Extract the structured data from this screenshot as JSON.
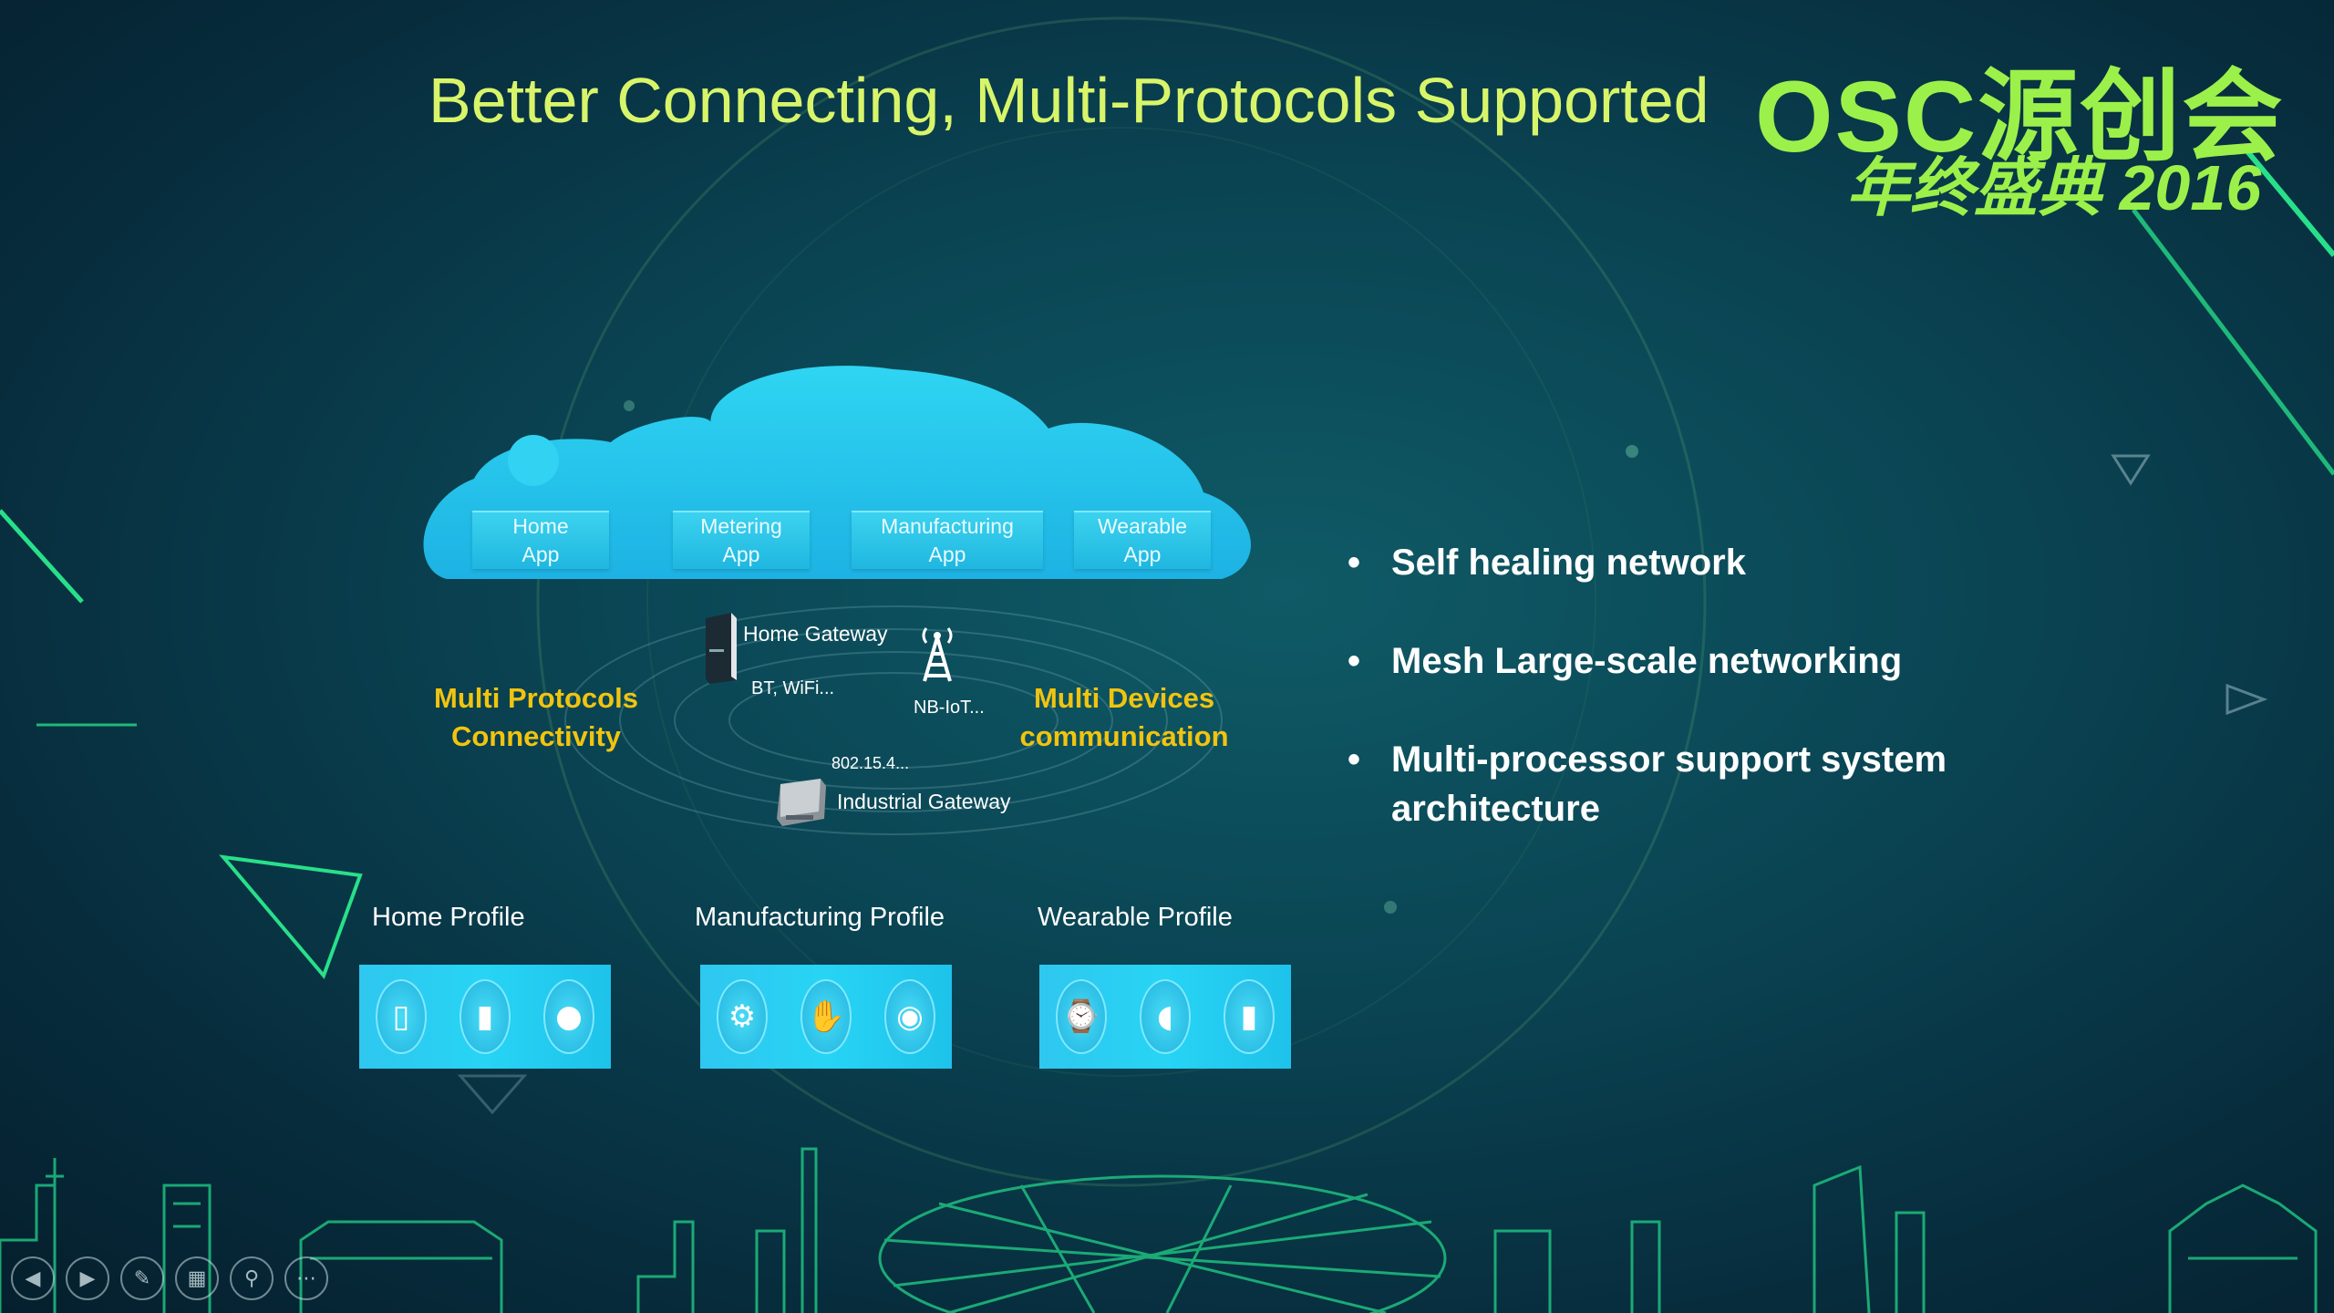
{
  "slide": {
    "title": "Better Connecting, Multi-Protocols Supported",
    "logo": {
      "main": "OSC源创会",
      "sub": "年终盛典 2016"
    },
    "cloud_apps": [
      {
        "line1": "Home",
        "line2": "App"
      },
      {
        "line1": "Metering",
        "line2": "App"
      },
      {
        "line1": "Manufacturing",
        "line2": "App"
      },
      {
        "line1": "Wearable",
        "line2": "App"
      }
    ],
    "network": {
      "home_gateway": "Home Gateway",
      "bt_wifi": "BT, WiFi...",
      "nb_iot": "NB-IoT...",
      "zigbee": "802.15.4...",
      "industrial_gateway": "Industrial Gateway",
      "left_label": {
        "line1": "Multi Protocols",
        "line2": "Connectivity"
      },
      "right_label": {
        "line1": "Multi Devices",
        "line2": "communication"
      }
    },
    "profiles": [
      {
        "title": "Home Profile",
        "icons": [
          "remote-icon",
          "fridge-icon",
          "bulb-icon"
        ]
      },
      {
        "title": "Manufacturing Profile",
        "icons": [
          "robot-icon",
          "robot-arm-icon",
          "meter-icon"
        ]
      },
      {
        "title": "Wearable Profile",
        "icons": [
          "watch-icon",
          "band-icon",
          "phone-icon"
        ]
      }
    ],
    "bullets": [
      "Self healing network",
      "Mesh Large-scale networking",
      "Multi-processor support system architecture"
    ],
    "colors": {
      "title": "#d8f56a",
      "accent_gold": "#f1c40f",
      "logo_green": "#9cf04a",
      "cloud": "#2ccbed"
    }
  },
  "toolbar": {
    "buttons": [
      {
        "name": "previous-slide-icon",
        "glyph": "◀"
      },
      {
        "name": "next-slide-icon",
        "glyph": "▶"
      },
      {
        "name": "pen-icon",
        "glyph": "✎"
      },
      {
        "name": "slides-grid-icon",
        "glyph": "▦"
      },
      {
        "name": "zoom-icon",
        "glyph": "⚲"
      },
      {
        "name": "more-options-icon",
        "glyph": "⋯"
      }
    ]
  }
}
